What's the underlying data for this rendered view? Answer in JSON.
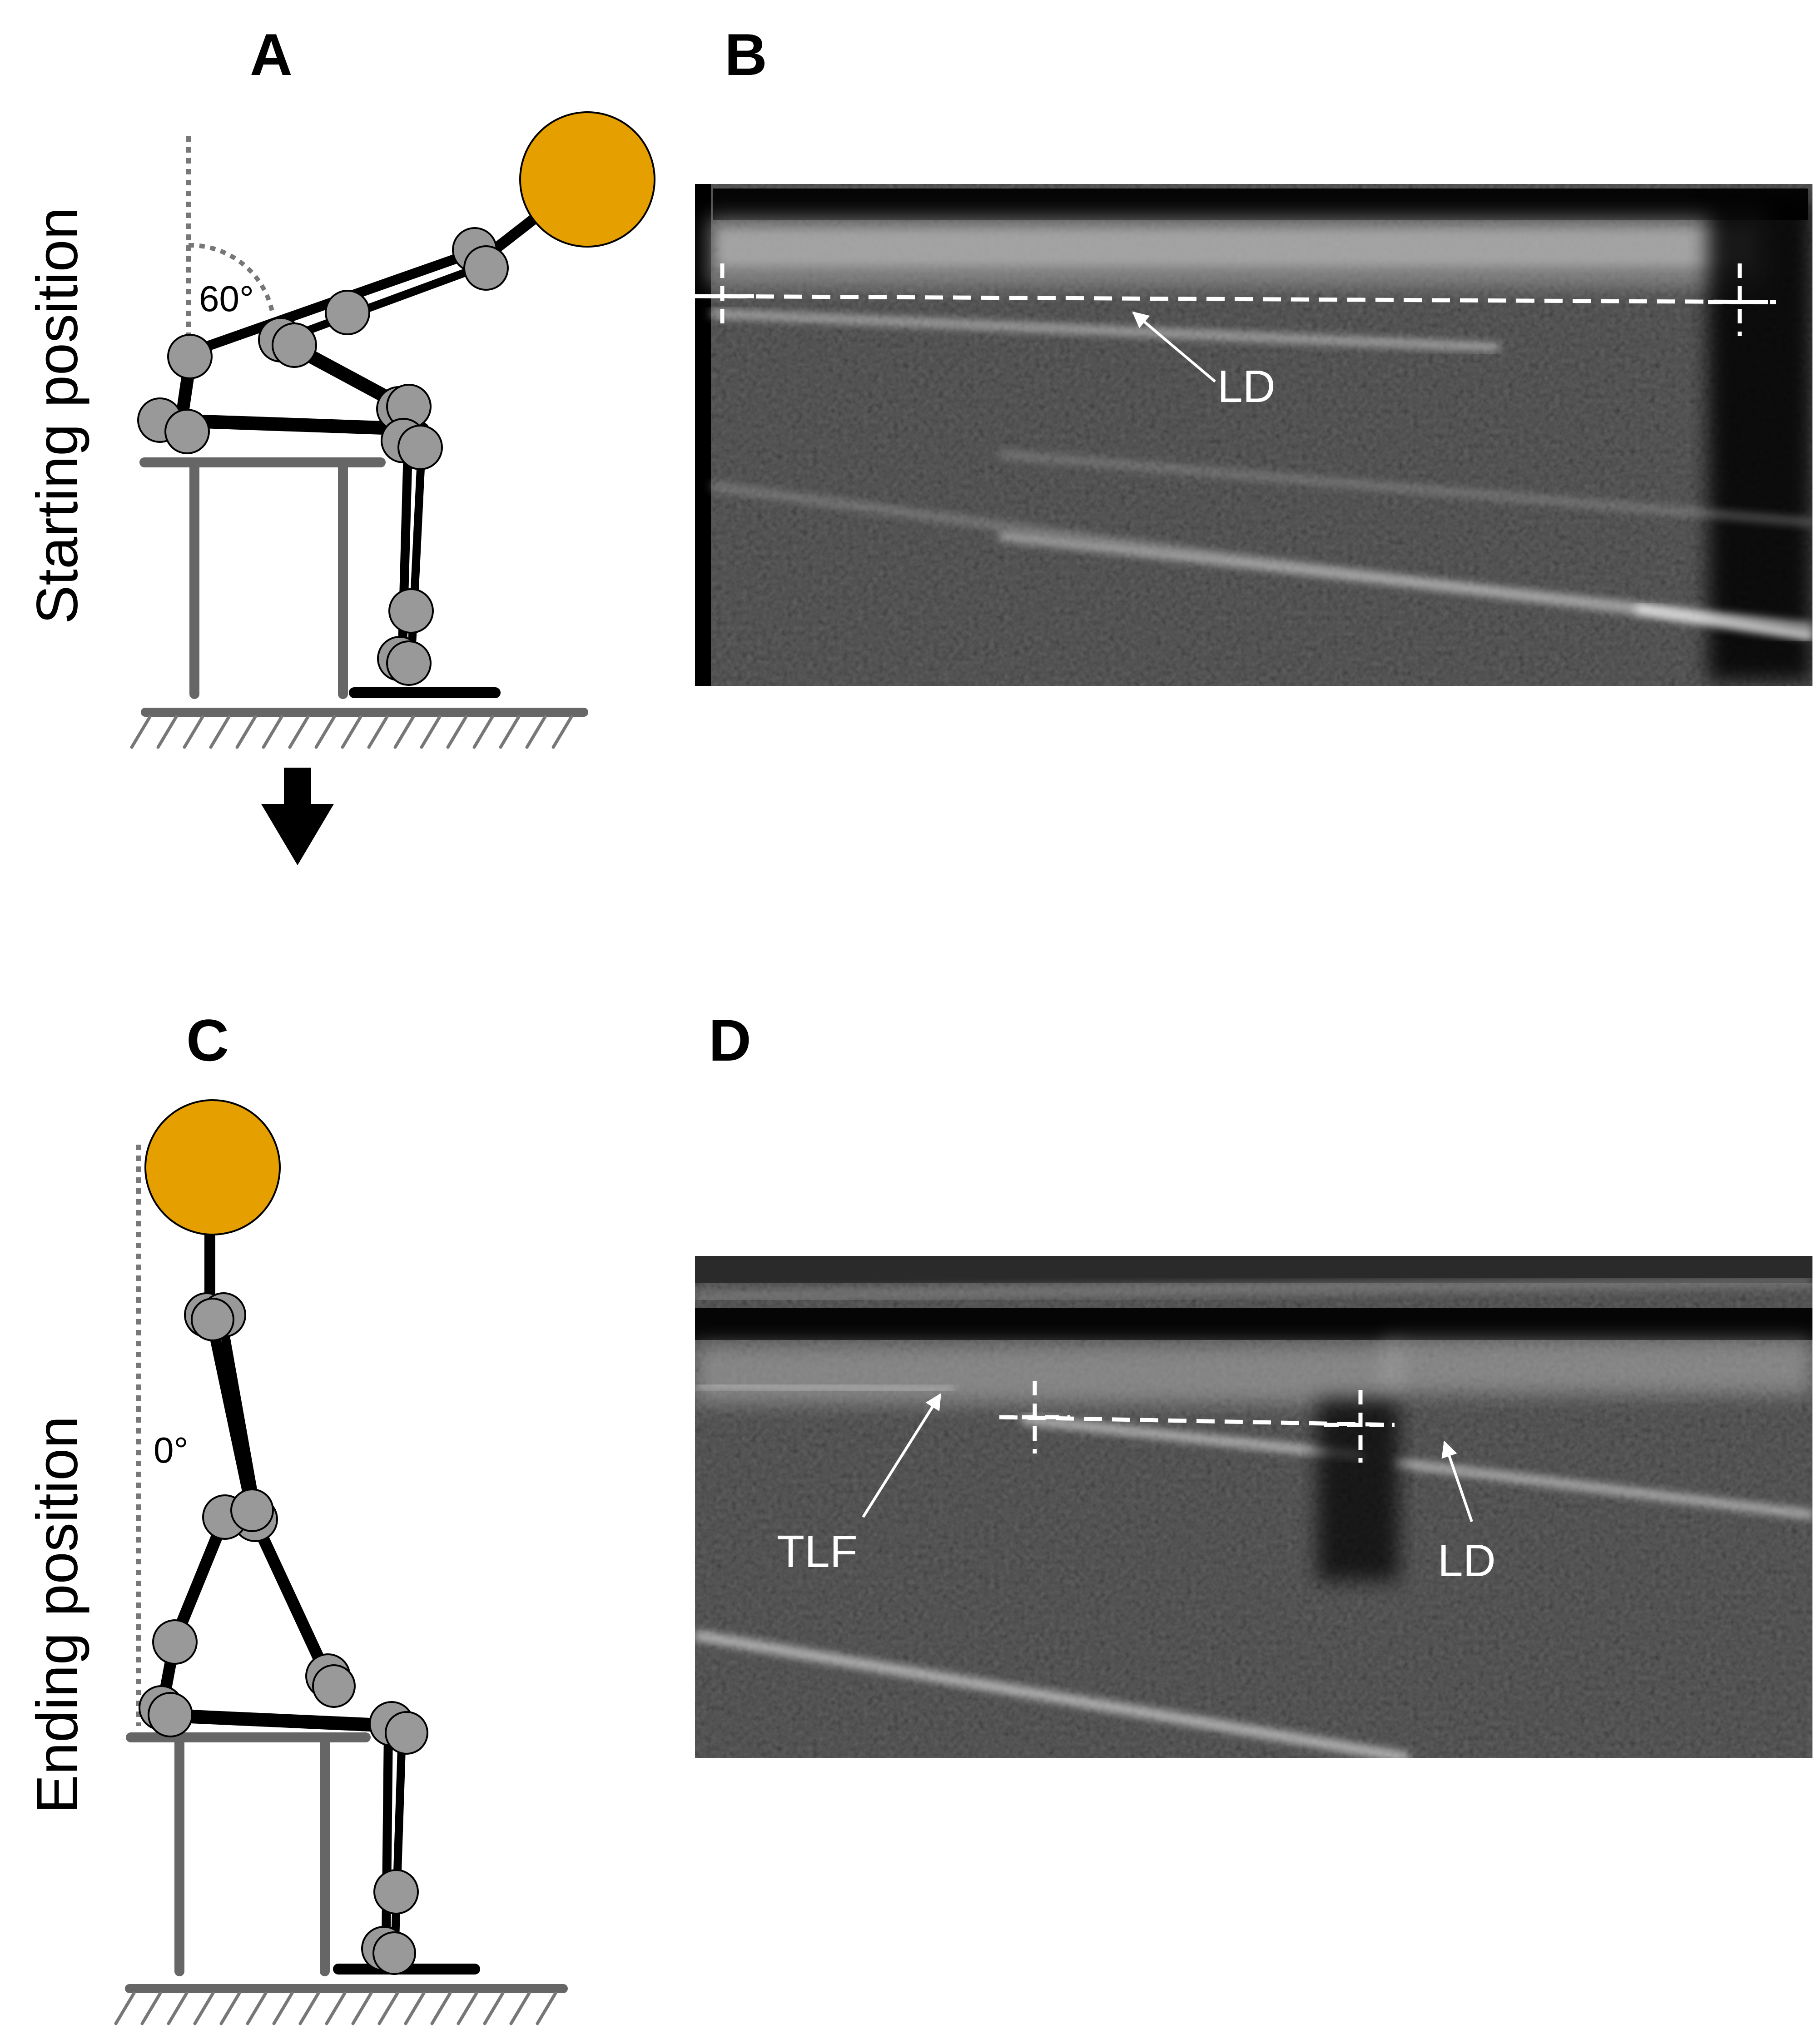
{
  "panels": {
    "a": {
      "letter": "A"
    },
    "b": {
      "letter": "B"
    },
    "c": {
      "letter": "C"
    },
    "d": {
      "letter": "D"
    }
  },
  "side_labels": {
    "starting": "Starting position",
    "ending": "Ending position"
  },
  "angles": {
    "start": "60°",
    "end": "0°"
  },
  "ultrasound_labels": {
    "b_ld": "LD",
    "d_tlf": "TLF",
    "d_ld": "LD"
  },
  "colors": {
    "head": "#E5A000",
    "joint": "#999999",
    "limb": "#000000",
    "chair": "#666666",
    "background": "#ffffff",
    "ultrasound": "#1a1a1a",
    "annotation": "#ffffff"
  }
}
